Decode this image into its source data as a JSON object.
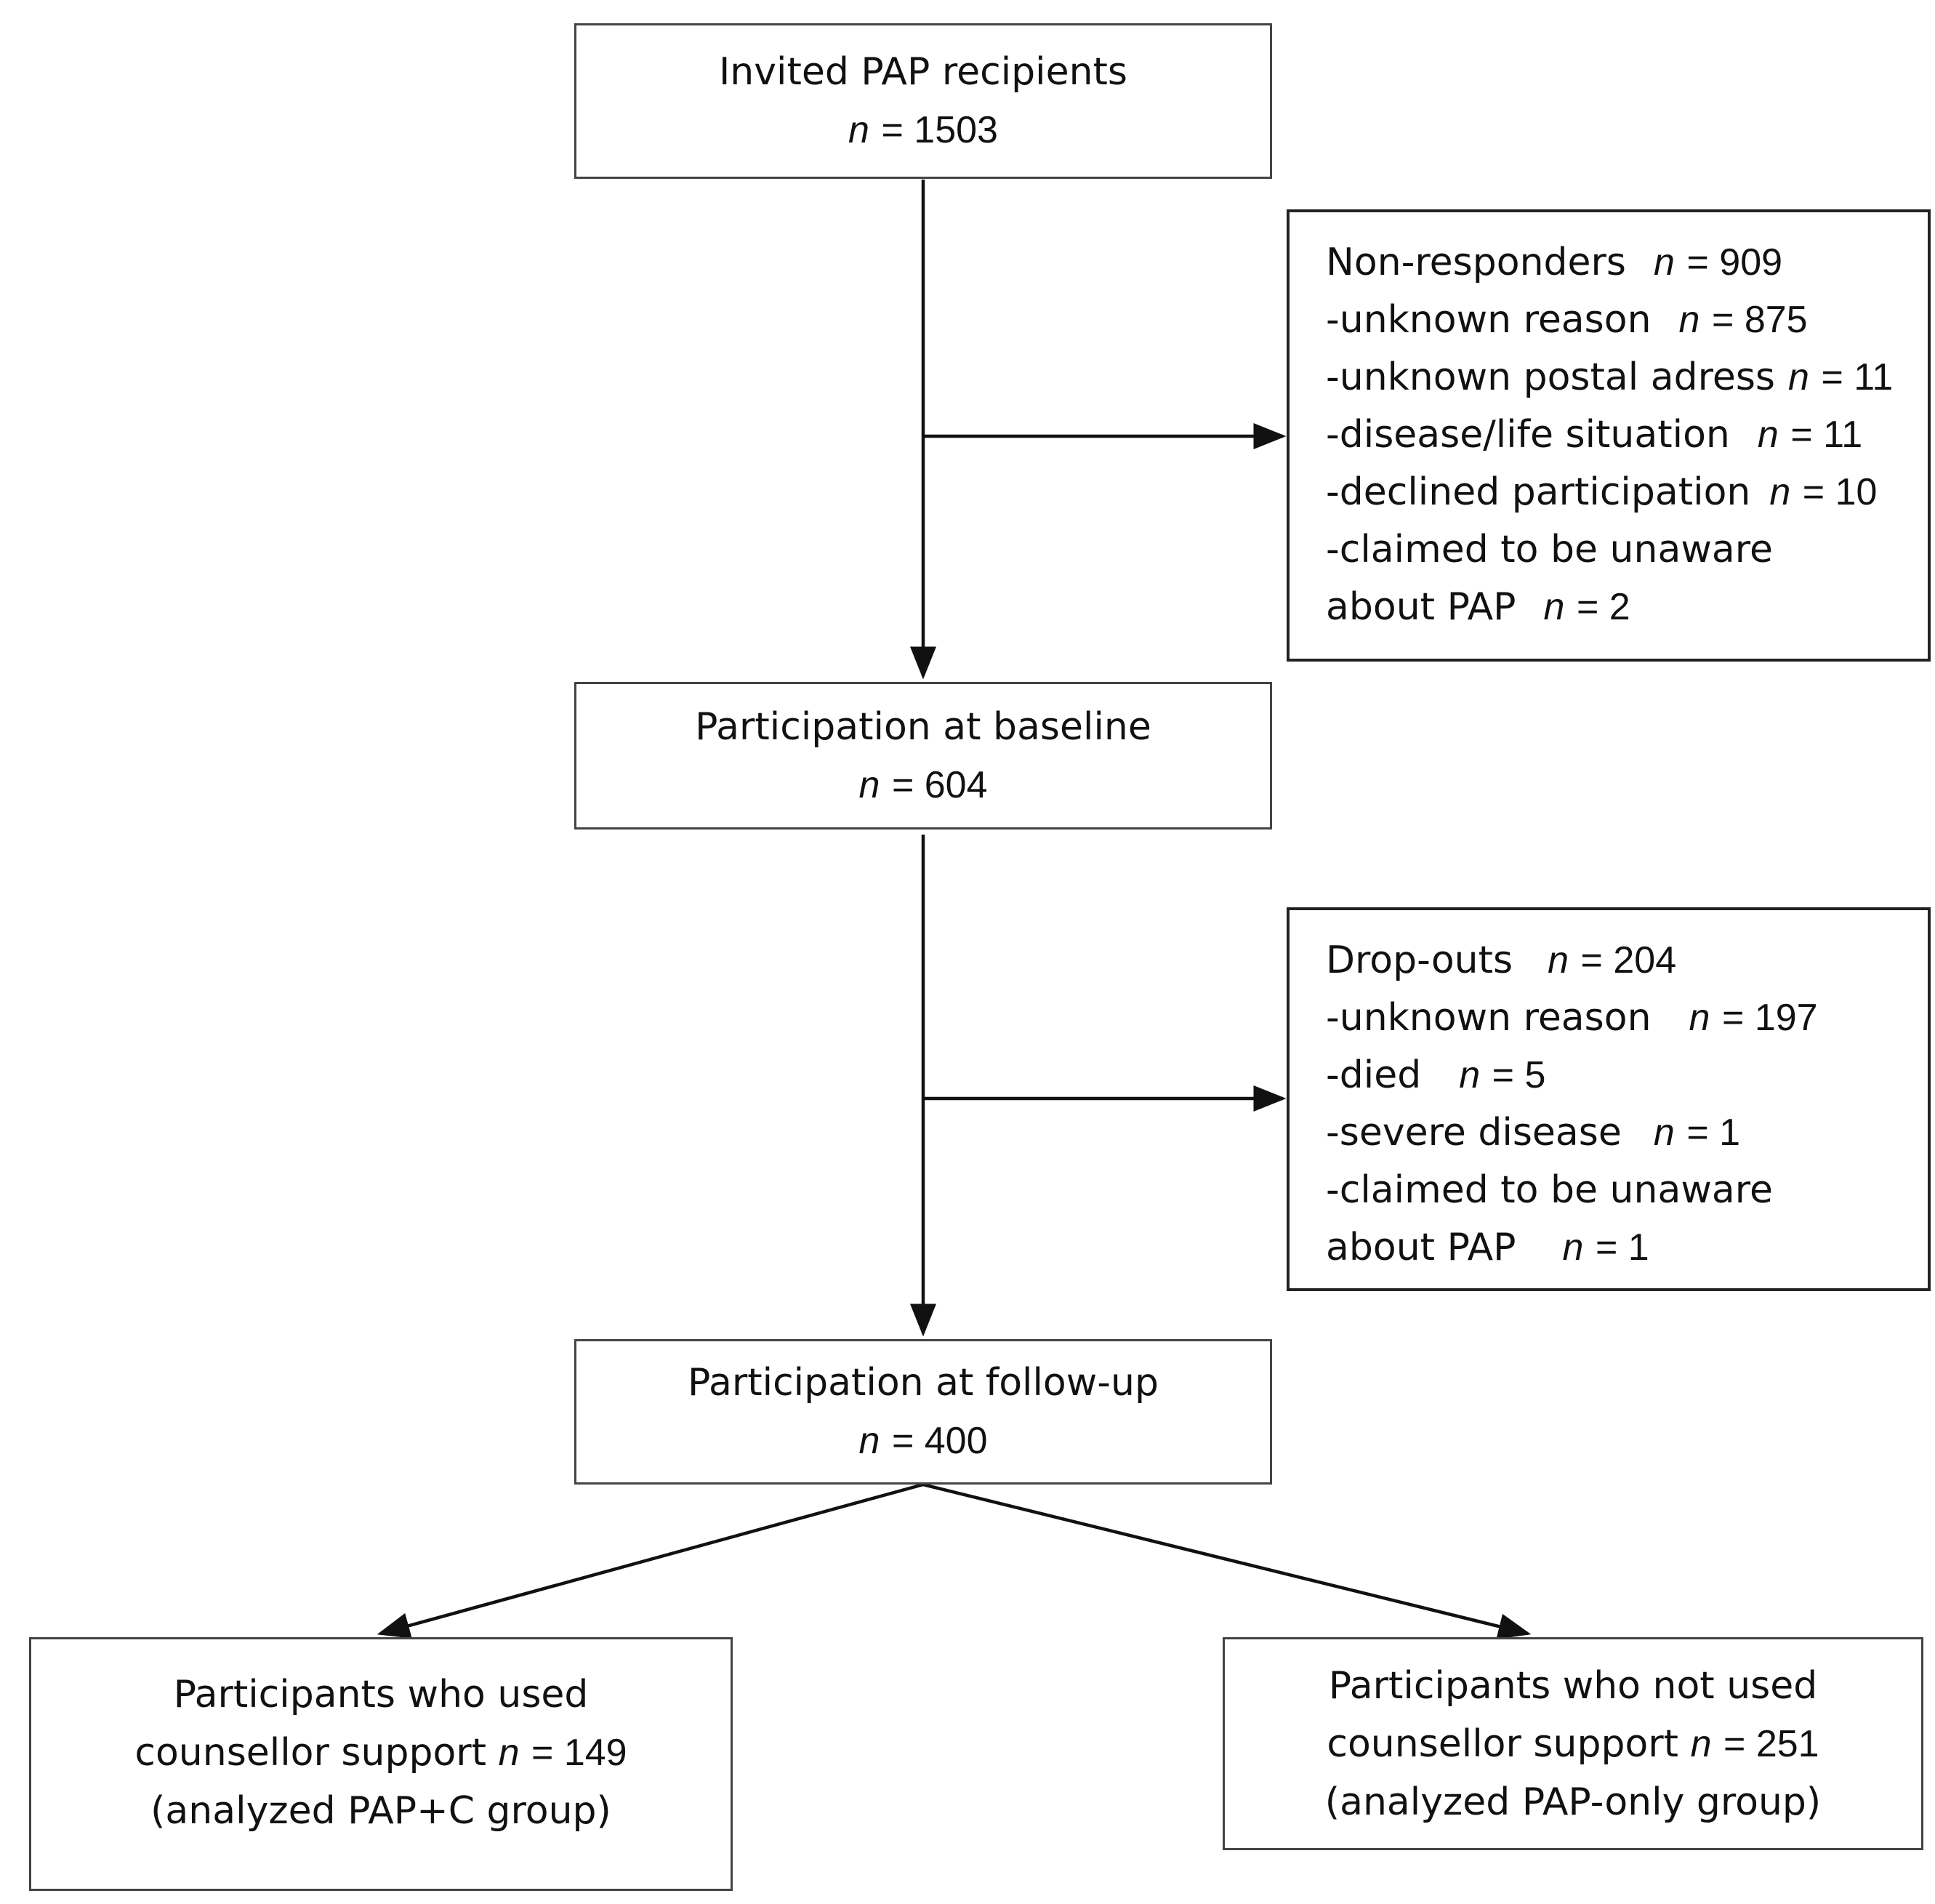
{
  "box_invited": {
    "title": "Invited PAP recipients",
    "n_label": "n",
    "n_value": "= 1503"
  },
  "box_nonresponders": {
    "lines": [
      {
        "text": "Non-responders",
        "n_label": "n",
        "n_value": "= 909"
      },
      {
        "text": "-unknown reason",
        "n_label": "n",
        "n_value": "= 875"
      },
      {
        "text": "-unknown postal adress",
        "n_label": "n",
        "n_value": "= 11"
      },
      {
        "text": "-disease/life situation",
        "n_label": "n",
        "n_value": "= 11"
      },
      {
        "text": "-declined participation",
        "n_label": "n",
        "n_value": "= 10"
      },
      {
        "text": "-claimed to be unaware"
      },
      {
        "text": "about PAP",
        "n_label": "n",
        "n_value": "= 2"
      }
    ]
  },
  "box_baseline": {
    "title": "Participation at baseline",
    "n_label": "n",
    "n_value": "= 604"
  },
  "box_dropouts": {
    "lines": [
      {
        "text": "Drop-outs",
        "n_label": "n",
        "n_value": "= 204"
      },
      {
        "text": "-unknown reason",
        "n_label": "n",
        "n_value": "= 197"
      },
      {
        "text": "-died",
        "n_label": "n",
        "n_value": "= 5"
      },
      {
        "text": "-severe disease",
        "n_label": "n",
        "n_value": "= 1"
      },
      {
        "text": "-claimed to be unaware"
      },
      {
        "text": "about PAP",
        "n_label": "n",
        "n_value": "= 1"
      }
    ]
  },
  "box_followup": {
    "title": "Participation at follow-up",
    "n_label": "n",
    "n_value": "= 400"
  },
  "box_pap_c": {
    "line1": "Participants who used",
    "line2": "counsellor support",
    "n_label": "n",
    "n_value": "= 149",
    "line3": "(analyzed PAP+C group)"
  },
  "box_pap_only": {
    "line1": "Participants who not used",
    "line2": "counsellor support",
    "n_label": "n",
    "n_value": "= 251",
    "line3": "(analyzed PAP-only group)"
  }
}
